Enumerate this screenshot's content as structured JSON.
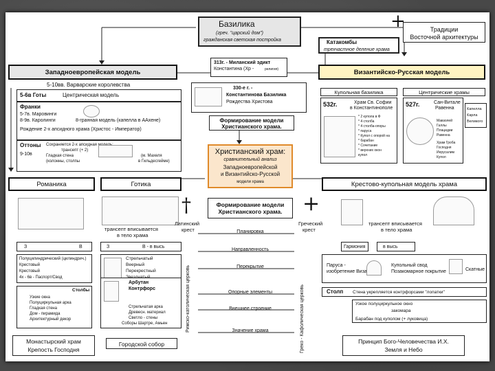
{
  "basilica": {
    "title": "Базилика",
    "sub1": "(греч. \"царский дом\")",
    "sub2": "гражданская светская постройка"
  },
  "traditions": {
    "line1": "Традиции",
    "line2": "Восточной архитектуры"
  },
  "catacombs": {
    "title": "Катакомбы",
    "sub": "трехчастное деление храма"
  },
  "west_model": "Западноевропейская модель",
  "byz_model": "Византийско-Русская модель",
  "edict": {
    "line1": "313г. - Миланский эдикт",
    "line2": "Константина (Хр - ",
    "line3": "религия)"
  },
  "basilica330": {
    "line1": "330-е г. -",
    "line2": "Константинова Базилика",
    "line3": "Рождества Христова"
  },
  "west": {
    "era": "5-10вв. Варварские королевства",
    "goths": "5-6в Готы",
    "central": "Центрическая модель",
    "franks": "Франки",
    "merov": "5-7в. Маровинги",
    "carol": "8-9в. Каролинги",
    "eight": "8-гранная модель (капелла в ААхене)",
    "birth": "Рождение 2-х апсидного храма (Христос - Император)",
    "ottons": "Оттоны",
    "ottons_c": "9-10в",
    "o1": "Сохраняется 2-х апсидная модель;",
    "o2": "трансепт (+ 2)",
    "o3": "Гладкая стена",
    "o4": "(колонны, столпы",
    "o5": "(м. Махеля",
    "o6": "в Гильдесгейме)"
  },
  "formation": "Формирование модели Христианского храма.",
  "christian": {
    "title": "Христианский храм:",
    "sub": "сравнительный анализ",
    "line1": "Западноевропейской",
    "line2": "и Византийско-Русской",
    "foot": "модели храма"
  },
  "byz": {
    "cupola": "Купольная базилика",
    "central": "Центрические храмы",
    "y532": "532г.",
    "sofia1": "Храм Св. Софии",
    "sofia2": "в Константинополе",
    "s1": "* 2 купола в Ф",
    "s2": "* 4 столба",
    "s3": "* 4 столба-опоры",
    "s4": "* паруса",
    "s5": "* Купол с опорой на",
    "s6": "* барабан",
    "s7": "* Сочетание",
    "s8": "* верхних окон",
    "s9": "купол",
    "y527": "527г.",
    "vitale1": "Сан-Витале",
    "vitale2": "Равенна",
    "v1": "Мавзолей",
    "v2": "Галлы",
    "v3": "Плацидии",
    "v4": "Равенна",
    "v5": "Храм Гроба",
    "v6": "Господня",
    "v7": "Иерусалим",
    "v8": "Купол",
    "k1": "Капелла",
    "k2": "Карла",
    "k3": "Великого"
  },
  "romanica": "Романика",
  "gothic": "Готика",
  "formation2": "Формирование модели Христианского храма.",
  "cross_dome": "Крестово-купольная модель храма",
  "transept_w": "трансепт вписывается",
  "transept_w2": "в тело храма",
  "transept_e": "трансепт вписывается",
  "transept_e2": "в тело храма",
  "latin": "Латинский",
  "latin2": "крест",
  "greek": "Греческий",
  "greek2": "крест",
  "vert_left": "Римско-католическая церковь",
  "vert_right": "Греко - Кафолическая церковь",
  "criteria": [
    "Планировка",
    "Направленность",
    "Перекрытие",
    "Опорные элементы",
    "Внешнее строение",
    "Значение храма"
  ],
  "dir_w1": "З",
  "dir_w2": "В",
  "dir_w3": "З",
  "dir_w4": "В - в высь",
  "harmony": "Гармония",
  "in_height": "в высь",
  "rom_roof": [
    "Полуцилиндрический (цилиндрич.)",
    "Крестовый",
    "Крестовый",
    "4х - 6в - Паспорт/Свод"
  ],
  "goth_roof": [
    "Стрельчатый",
    "Веерный",
    "Перекрестный",
    "Звездчатый"
  ],
  "byz_roof": [
    "Паруса -",
    "изобретение Византии"
  ],
  "byz_roof2": [
    "Купольный свод",
    "Позакомарное покрытие"
  ],
  "byz_roof3": "Скатные",
  "rom_supp": [
    "Столбы",
    "Узкие окна",
    "Полуциркульная арка",
    "Гладкая стена",
    "Дом - пирамида",
    "Архитектурный декор"
  ],
  "goth_supp": [
    "Арбутан",
    "Контрфорс",
    "Стрельчатая арка",
    "Древесн. материал",
    "Светло - стены",
    "Соборы Шартре, Амьен"
  ],
  "pillar": "Столп",
  "pillar_text": "Стена укрепляется контрфорсами \"лопатки\"",
  "byz_ext1": "Узкое полуциркульное окно",
  "byz_ext2": "закомара",
  "byz_ext3": "Барабан под куполом (+ луковица)",
  "rom_meaning1": "Монастырский храм",
  "rom_meaning2": "Крепость Господня",
  "goth_meaning": "Городской собор",
  "byz_meaning1": "Принцип Бого-Человечества И.Х.",
  "byz_meaning2": "Земля и Небо"
}
